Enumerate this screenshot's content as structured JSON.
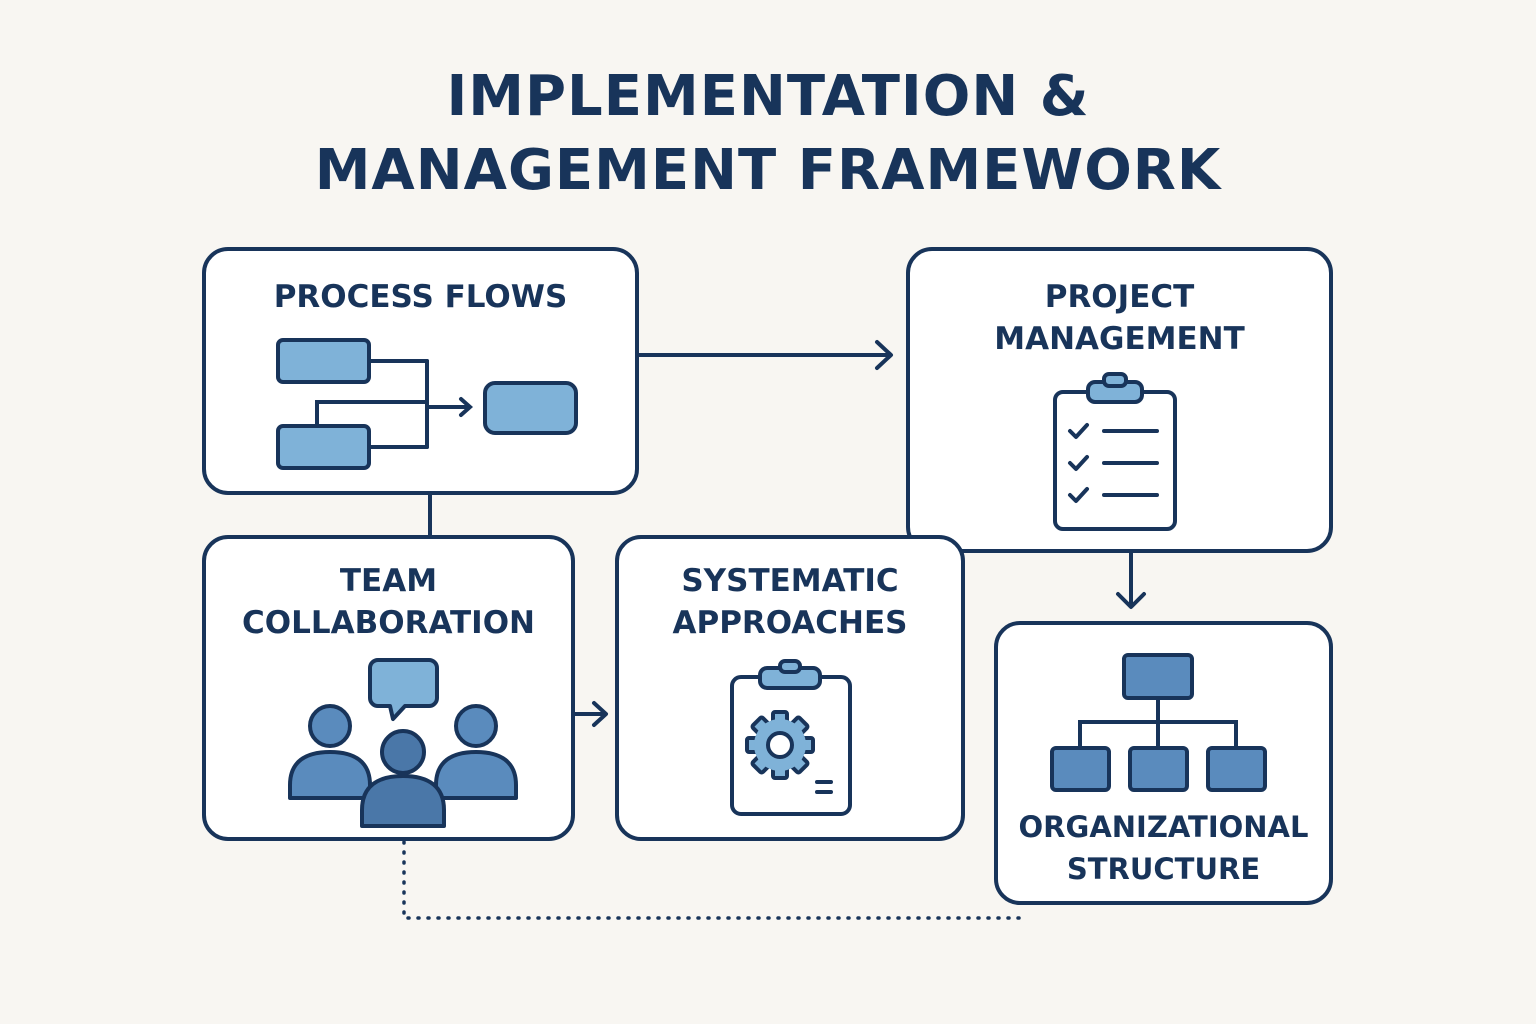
{
  "title": {
    "line1": "IMPLEMENTATION &",
    "line2": "MANAGEMENT FRAMEWORK"
  },
  "nodes": {
    "process_flows": {
      "label_lines": [
        "PROCESS FLOWS"
      ],
      "icon": "flowchart-icon"
    },
    "project_management": {
      "label_lines": [
        "PROJECT",
        "MANAGEMENT"
      ],
      "icon": "checklist-clipboard-icon"
    },
    "team_collaboration": {
      "label_lines": [
        "TEAM",
        "COLLABORATION"
      ],
      "icon": "team-chat-icon"
    },
    "systematic_approaches": {
      "label_lines": [
        "SYSTEMATIC",
        "APPROACHES"
      ],
      "icon": "gear-clipboard-icon"
    },
    "organizational_structure": {
      "label_lines": [
        "ORGANIZATIONAL",
        "STRUCTURE"
      ],
      "icon": "org-chart-icon"
    }
  },
  "connectors": [
    {
      "from": "process_flows",
      "to": "project_management",
      "style": "arrow"
    },
    {
      "from": "process_flows",
      "to": "team_collaboration",
      "style": "line"
    },
    {
      "from": "team_collaboration",
      "to": "systematic_approaches",
      "style": "arrow"
    },
    {
      "from": "project_management",
      "to": "organizational_structure",
      "style": "arrow"
    },
    {
      "from": "team_collaboration",
      "to": "organizational_structure",
      "style": "dotted"
    }
  ],
  "colors": {
    "background": "#f8f6f2",
    "stroke": "#18345a",
    "box_fill": "#ffffff",
    "icon_light": "#7fb2d8",
    "icon_mid": "#5a8bbd",
    "icon_dark": "#4a77a8"
  }
}
